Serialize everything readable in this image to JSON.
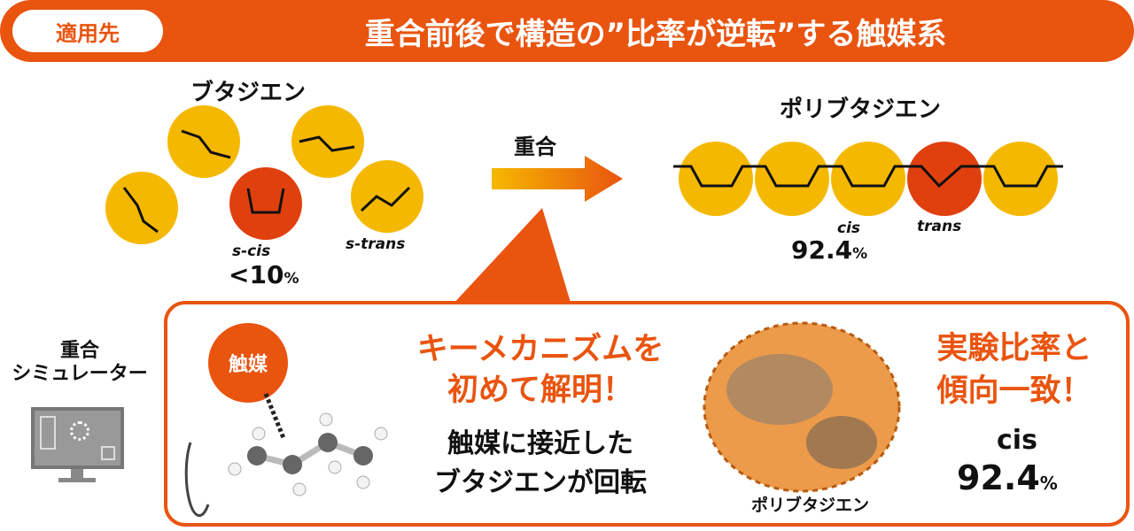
{
  "header": {
    "badge": "適用先",
    "title": "重合前後で構造の”比率が逆転”する触媒系"
  },
  "monomer": {
    "title": "ブタジエン",
    "scis_label": "s-cis",
    "scis_value": "<10",
    "percent": "%",
    "strans_label": "s-trans"
  },
  "reaction": {
    "label": "重合"
  },
  "polymer": {
    "title": "ポリブタジエン",
    "cis_label": "cis",
    "cis_value": "92.4",
    "percent": "%",
    "trans_label": "trans"
  },
  "simulator": {
    "line1": "重合",
    "line2": "シミュレーター"
  },
  "detail": {
    "catalyst": "触媒",
    "key_line1": "キーメカニズムを",
    "key_line2": "初めて解明！",
    "desc_line1": "触媒に接近した",
    "desc_line2": "ブタジエンが回転",
    "polymer_caption": "ポリブタジエン",
    "match_line1": "実験比率と",
    "match_line2": "傾向一致！",
    "cis_label": "cis",
    "cis_value": "92.4",
    "percent": "%"
  },
  "colors": {
    "orange": "#E9540F",
    "yellow": "#F5B800",
    "red": "#E0400E"
  }
}
